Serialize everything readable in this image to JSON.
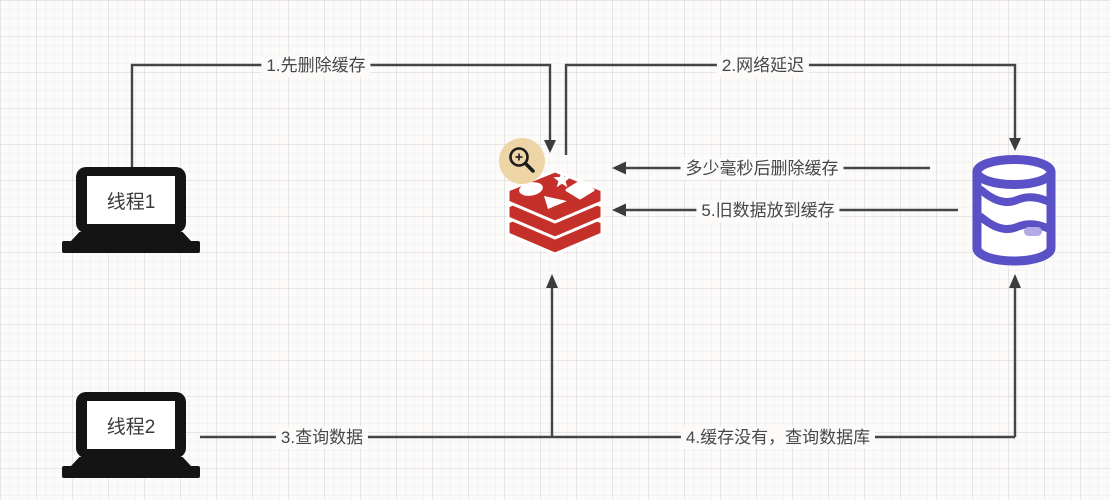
{
  "nodes": {
    "thread1": {
      "label": "线程1"
    },
    "thread2": {
      "label": "线程2"
    },
    "redis": {
      "icon": "redis-cube"
    },
    "database": {
      "icon": "database-cylinder"
    },
    "cursor": {
      "icon": "magnifier"
    }
  },
  "edges": {
    "e1": {
      "label": "1.先删除缓存"
    },
    "e2": {
      "label": "2.网络延迟"
    },
    "e_ms": {
      "label": "多少毫秒后删除缓存"
    },
    "e5": {
      "label": "5.旧数据放到缓存"
    },
    "e3": {
      "label": "3.查询数据"
    },
    "e4": {
      "label": "4.缓存没有，查询数据库"
    }
  },
  "colors": {
    "line_color": "#454545",
    "redis_red": "#C6302B",
    "db_purple": "#5B51C6",
    "laptop_black": "#141414",
    "magnifier_bg": "#EDD5A5",
    "canvas_bg": "#FCFBFA",
    "label_color": "#474747"
  }
}
